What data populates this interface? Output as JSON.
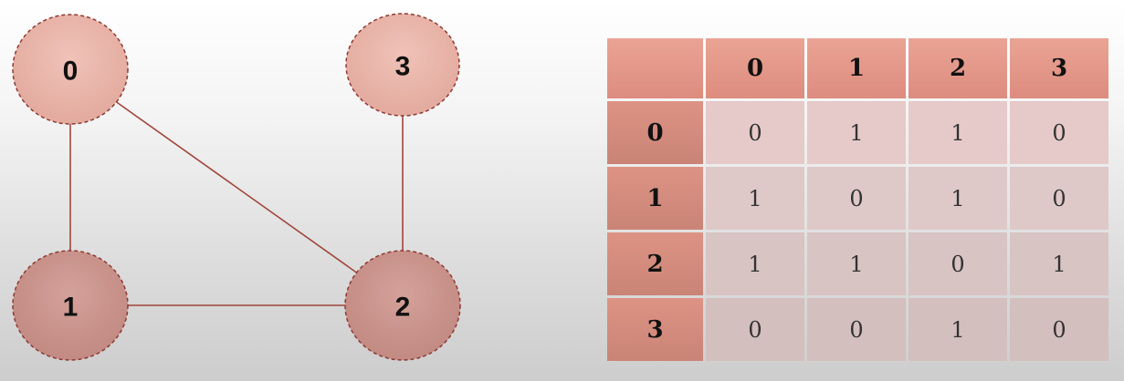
{
  "graph": {
    "nodes": [
      {
        "id": "0",
        "label": "0"
      },
      {
        "id": "1",
        "label": "1"
      },
      {
        "id": "2",
        "label": "2"
      },
      {
        "id": "3",
        "label": "3"
      }
    ],
    "edges": [
      {
        "from": "0",
        "to": "1"
      },
      {
        "from": "0",
        "to": "2"
      },
      {
        "from": "1",
        "to": "2"
      },
      {
        "from": "2",
        "to": "3"
      }
    ],
    "colors": {
      "edge": "#a0463c",
      "node_outline": "#8e3a34",
      "node_top_fill": "#e8b1a6",
      "node_bottom_fill": "#c7908a"
    }
  },
  "matrix": {
    "column_headers": [
      "0",
      "1",
      "2",
      "3"
    ],
    "rows": [
      {
        "header": "0",
        "values": [
          "0",
          "1",
          "1",
          "0"
        ]
      },
      {
        "header": "1",
        "values": [
          "1",
          "0",
          "1",
          "0"
        ]
      },
      {
        "header": "2",
        "values": [
          "1",
          "1",
          "0",
          "1"
        ]
      },
      {
        "header": "3",
        "values": [
          "0",
          "0",
          "1",
          "0"
        ]
      }
    ]
  }
}
